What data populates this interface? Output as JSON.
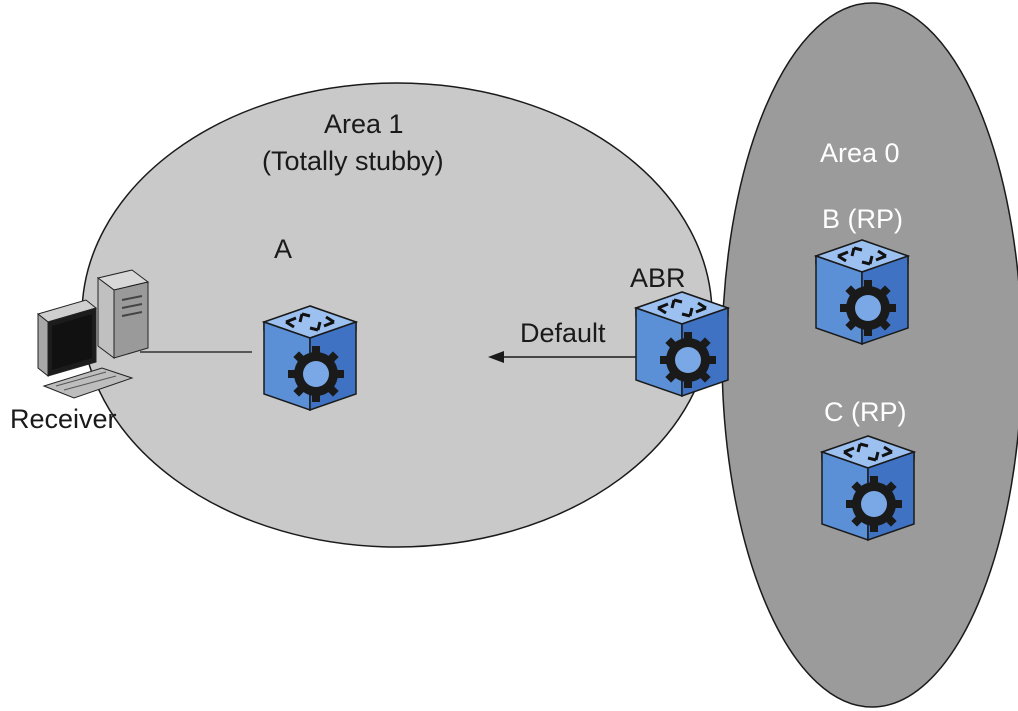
{
  "diagram": {
    "area1": {
      "title": "Area 1",
      "subtitle": "(Totally stubby)"
    },
    "area0": {
      "title": "Area 0"
    },
    "routers": {
      "a": "A",
      "abr": "ABR",
      "b": "B (RP)",
      "c": "C (RP)"
    },
    "host": {
      "label": "Receiver"
    },
    "link": {
      "label": "Default"
    },
    "colors": {
      "area1_fill": "#c9c9c9",
      "area0_fill": "#9b9b9b",
      "router_face": "#5b8fd6",
      "router_top": "#8fb5ec",
      "router_side": "#2c5cab",
      "text_dark": "#1a1a1a",
      "text_light": "#ffffff"
    },
    "icons": [
      "router-icon",
      "workstation-icon",
      "arrow-icon"
    ]
  }
}
